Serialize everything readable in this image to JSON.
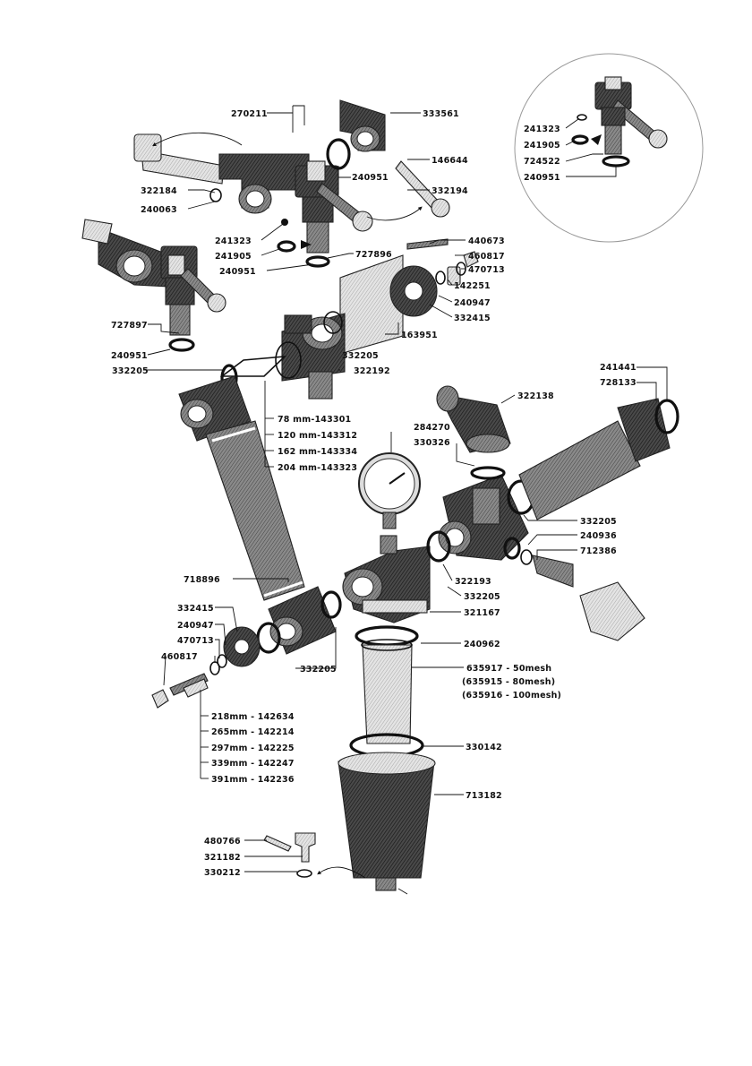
{
  "colors": {
    "ink": "#111111",
    "paper": "#ffffff",
    "body_dark": "#3c3c3c",
    "body_mid": "#7a7a7a",
    "body_light": "#c8c8c8"
  },
  "labels": {
    "p270211": "270211",
    "p333561": "333561",
    "p240951a": "240951",
    "p146644": "146644",
    "p332194": "332194",
    "p322184": "322184",
    "p240063": "240063",
    "p241323a": "241323",
    "p241905a": "241905",
    "p240951b": "240951",
    "p727896": "727896",
    "p440673": "440673",
    "p460817a": "460817",
    "p470713a": "470713",
    "p142251": "142251",
    "p240947a": "240947",
    "p332415a": "332415",
    "p163951": "163951",
    "p727897": "727897",
    "p240951c": "240951",
    "p332205a": "332205",
    "p322192": "322192",
    "p332205b": "332205",
    "p241323b": "241323",
    "p241905b": "241905",
    "p724522": "724522",
    "p240951d": "240951",
    "p241441": "241441",
    "p728133": "728133",
    "p322138": "322138",
    "p284270": "284270",
    "p330326": "330326",
    "len1": "78 mm-143301",
    "len2": "120 mm-143312",
    "len3": "162 mm-143334",
    "len4": "204 mm-143323",
    "p332205c": "332205",
    "p240936": "240936",
    "p712386": "712386",
    "p322193": "322193",
    "p332205d": "332205",
    "p321167": "321167",
    "p718896": "718896",
    "p332415b": "332415",
    "p240947b": "240947",
    "p470713b": "470713",
    "p460817b": "460817",
    "p332205e": "332205",
    "p240962": "240962",
    "mesh1": "635917 - 50mesh",
    "mesh2": "(635915 - 80mesh)",
    "mesh3": "(635916 - 100mesh)",
    "rod1": "218mm - 142634",
    "rod2": "265mm - 142214",
    "rod3": "297mm - 142225",
    "rod4": "339mm - 142247",
    "rod5": "391mm - 142236",
    "p330142": "330142",
    "p713182": "713182",
    "p480766": "480766",
    "p321182": "321182",
    "p330212": "330212"
  }
}
